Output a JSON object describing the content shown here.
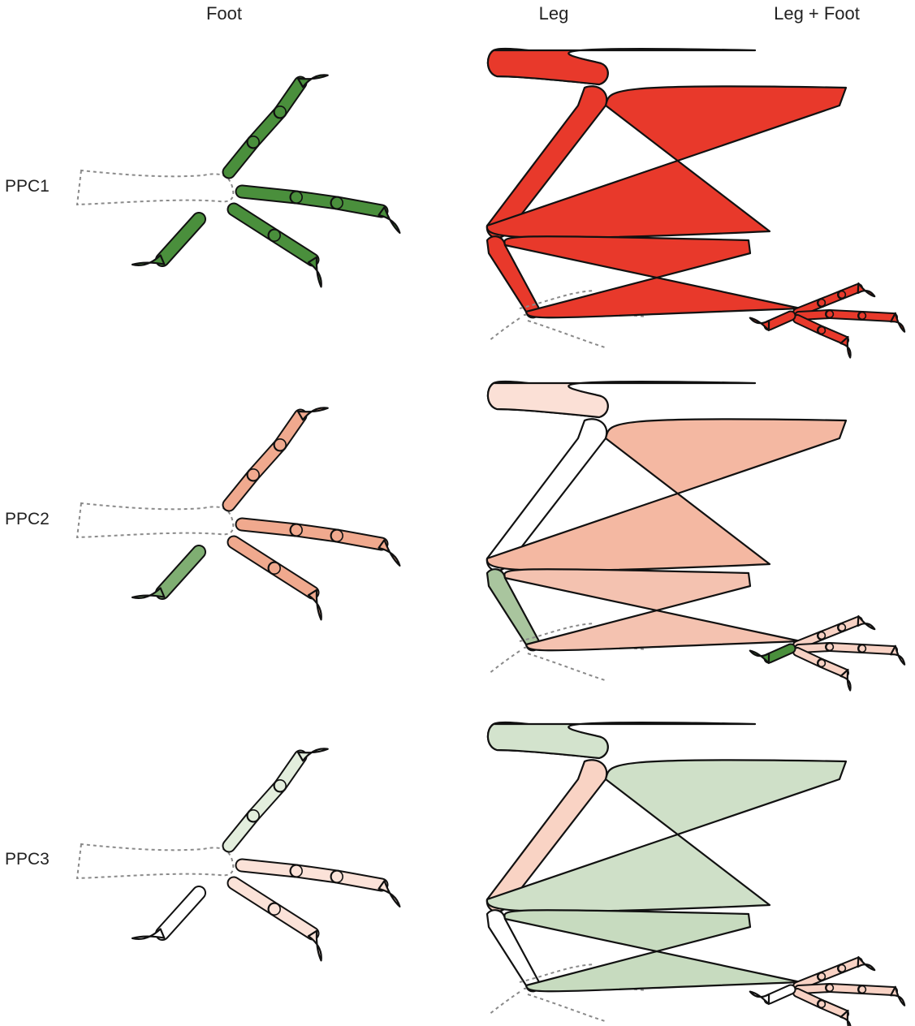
{
  "columns": [
    "Foot",
    "Leg",
    "Leg + Foot"
  ],
  "rows": [
    {
      "label": "PPC1",
      "foot": {
        "hallux": "#4a8f3c",
        "digit2": "#4a8f3c",
        "digit3": "#4a8f3c",
        "digit4": "#4a8f3c"
      },
      "leg": {
        "femur": "#e8392b",
        "tibia": "#e8392b",
        "tarsometatarsus": "#e8392b"
      },
      "combo": {
        "femur": "#e8392b",
        "tibia": "#e8392b",
        "tarsometatarsus": "#e8392b",
        "toes": "#e8392b",
        "hallux": "#e8392b"
      }
    },
    {
      "label": "PPC2",
      "foot": {
        "hallux": "#7fae72",
        "digit2": "#f0a98e",
        "digit3": "#f0a98e",
        "digit4": "#f0a98e"
      },
      "leg": {
        "femur": "#f4b8a2",
        "tibia": "#ffffff",
        "tarsometatarsus": "#a9c59e"
      },
      "combo": {
        "femur": "#fbe0d6",
        "tibia": "#f4b8a2",
        "tarsometatarsus": "#f4c2b0",
        "toes": "#f8d2c4",
        "hallux": "#4a8f3c"
      }
    },
    {
      "label": "PPC3",
      "foot": {
        "hallux": "#ffffff",
        "digit2": "#e3eedd",
        "digit3": "#fbe2d8",
        "digit4": "#fbe2d8"
      },
      "leg": {
        "femur": "#e6efe2",
        "tibia": "#f9d3c4",
        "tarsometatarsus": "#ffffff"
      },
      "combo": {
        "femur": "#d3e3cd",
        "tibia": "#cfe0c8",
        "tarsometatarsus": "#c7dbbf",
        "toes": "#f8d2c4",
        "hallux": "#ffffff"
      }
    }
  ]
}
